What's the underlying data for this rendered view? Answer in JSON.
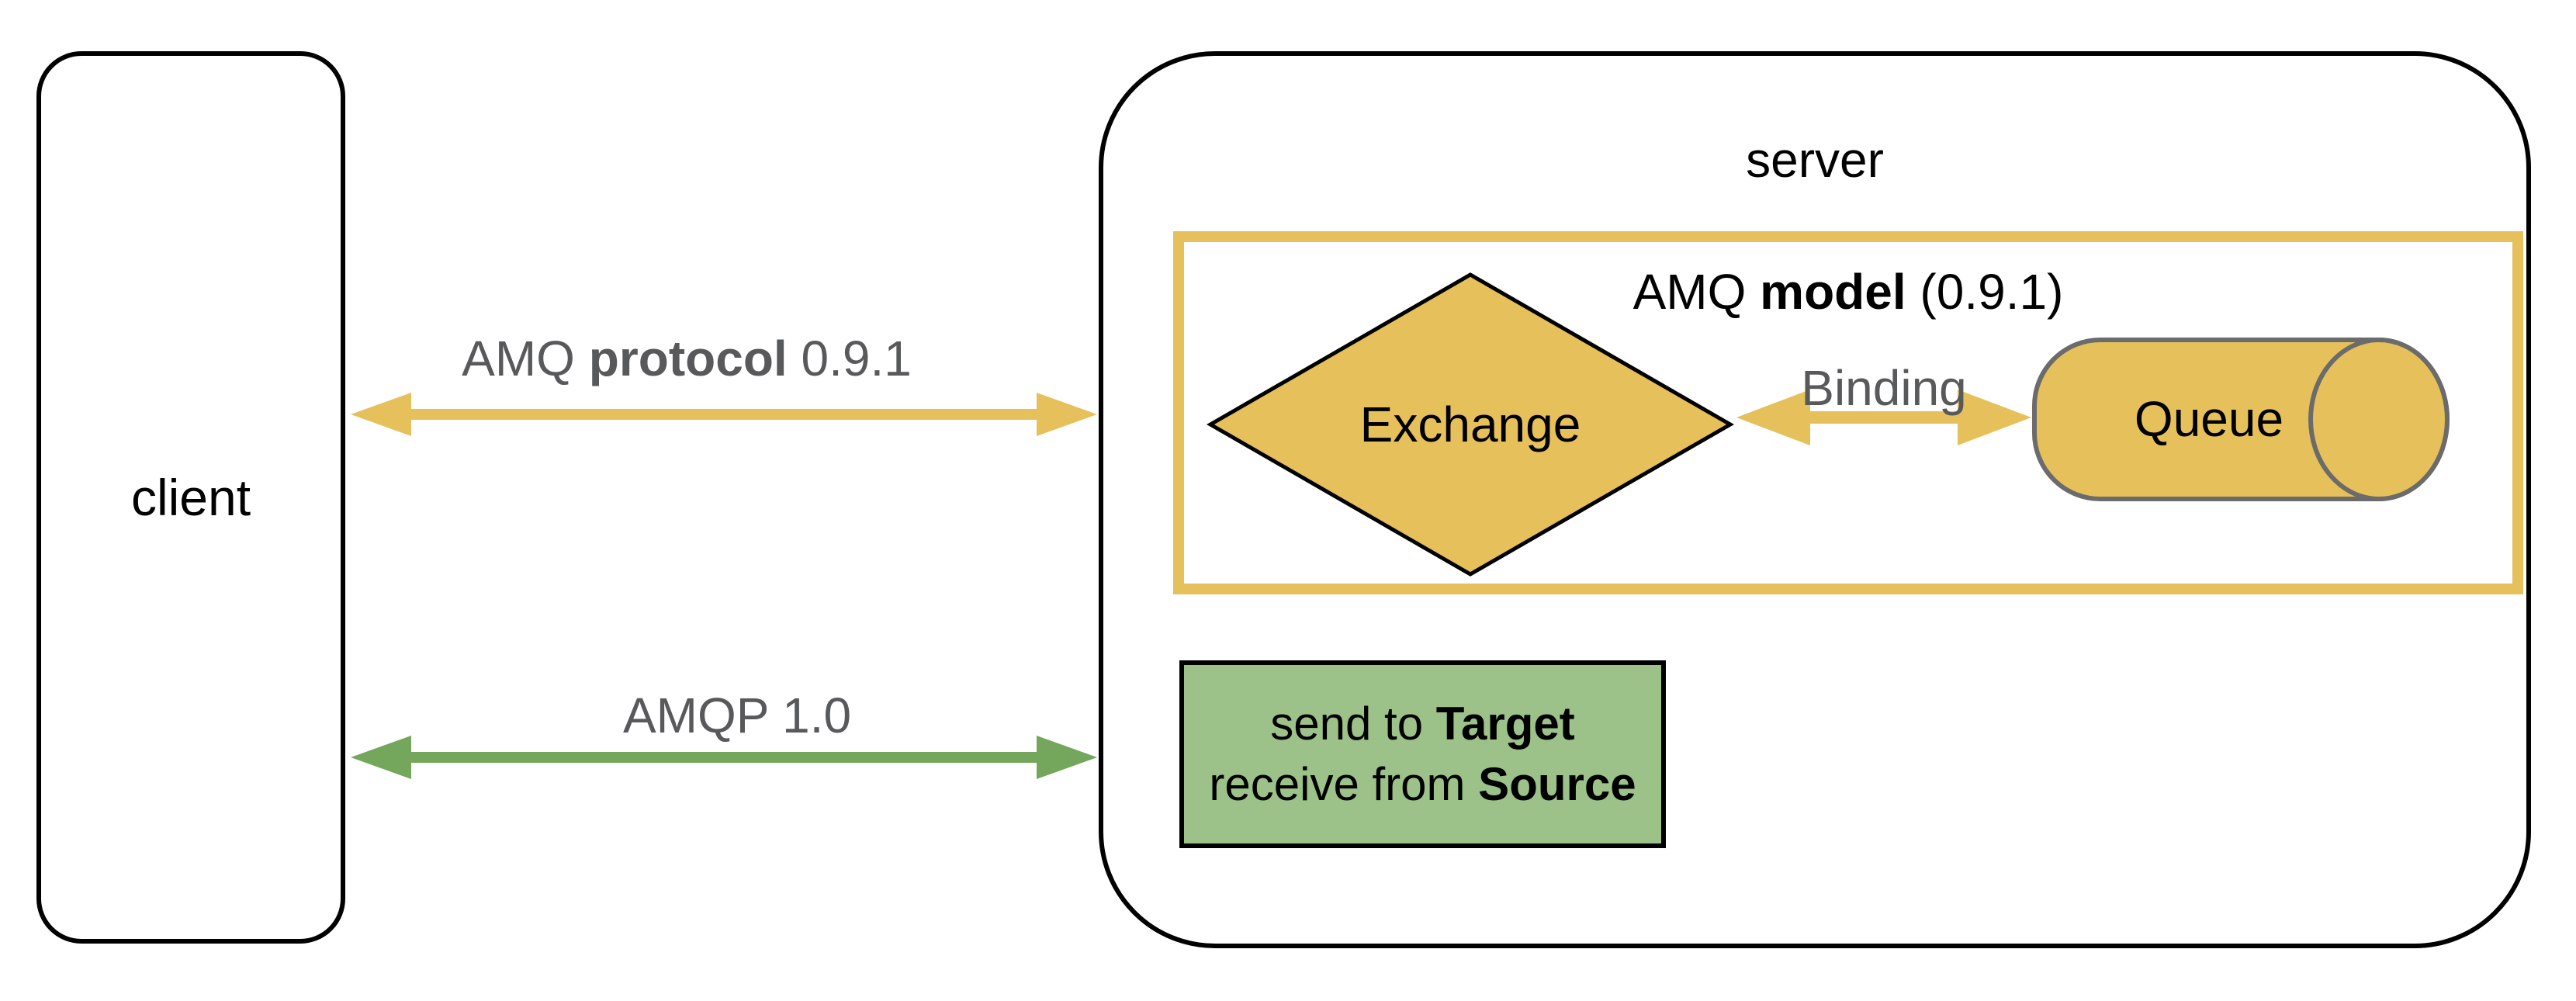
{
  "client": {
    "label": "client"
  },
  "server": {
    "label": "server"
  },
  "model": {
    "title_prefix": "AMQ ",
    "title_bold": "model",
    "title_suffix": " (0.9.1)",
    "exchange_label": "Exchange",
    "binding_label": "Binding",
    "queue_label": "Queue"
  },
  "target_box": {
    "line1_prefix": "send to ",
    "line1_bold": "Target",
    "line2_prefix": "receive from ",
    "line2_bold": "Source"
  },
  "connections": [
    {
      "name": "amq-protocol-091",
      "prefix": "AMQ ",
      "bold": "protocol",
      "suffix": " 0.9.1",
      "direction": "bidirectional"
    },
    {
      "name": "amqp-10",
      "label": "AMQP 1.0",
      "direction": "bidirectional"
    }
  ],
  "colors": {
    "gold": "#e6c05a",
    "green_arrow": "#74a65c",
    "green_fill": "#9cc189",
    "gray_text": "#58595b",
    "cylinder_stroke": "#6b6b6b",
    "black": "#000000",
    "background": "#ffffff"
  }
}
